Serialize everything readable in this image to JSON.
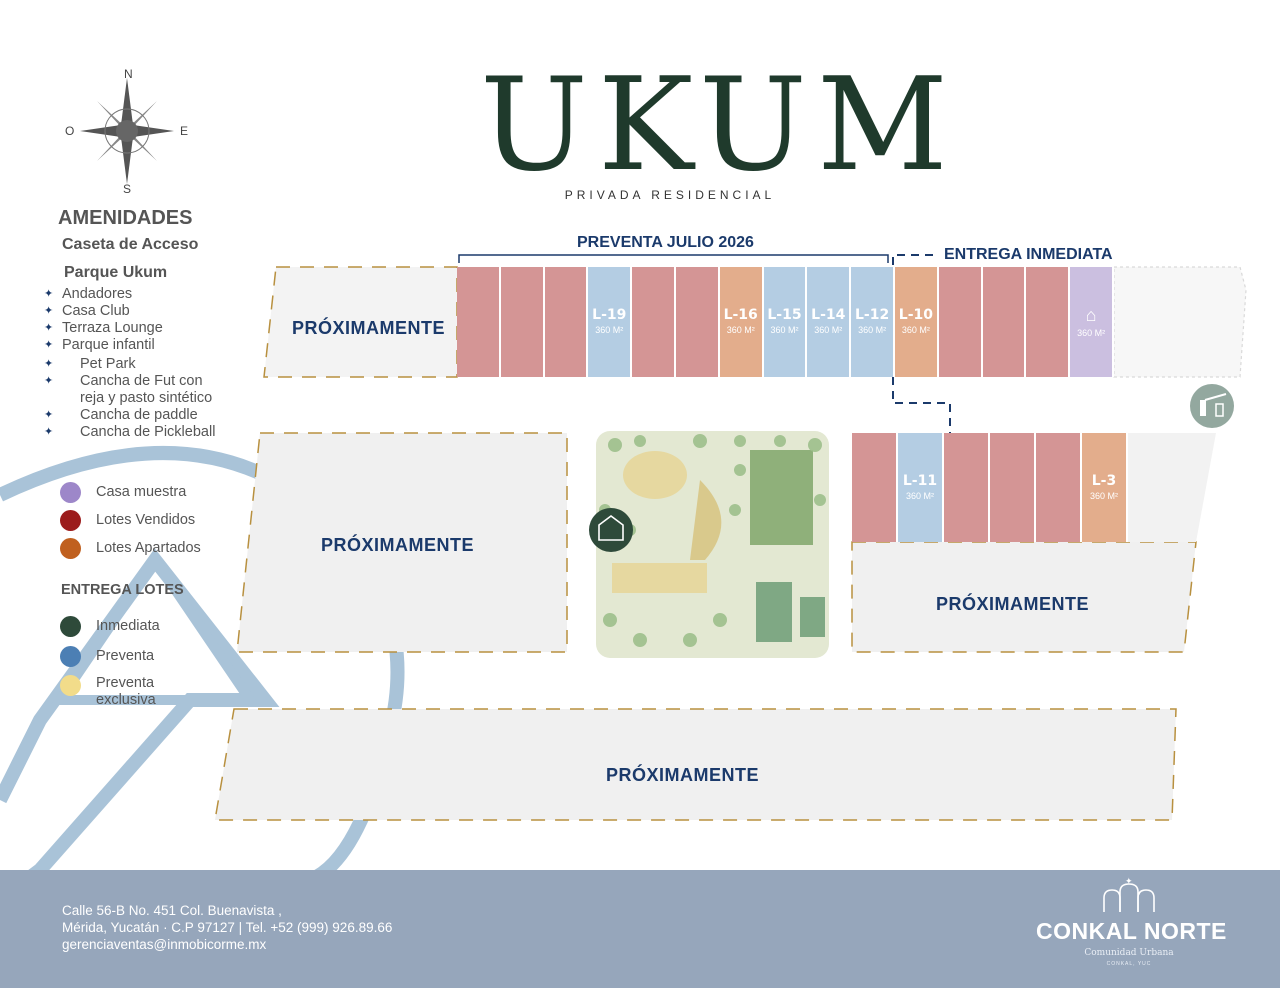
{
  "brand": {
    "logo": "UKUM",
    "tagline": "PRIVADA RESIDENCIAL"
  },
  "compass": {
    "north": "N",
    "south": "S",
    "east": "E",
    "west": "O"
  },
  "amenities": {
    "heading": "AMENIDADES",
    "access": "Caseta de Acceso",
    "park_title": "Parque Ukum",
    "items": [
      "Andadores",
      "Casa Club",
      "Terraza Lounge",
      "Parque infantil",
      "Pet Park",
      "Cancha de Fut con reja y pasto sintético",
      "Cancha de paddle",
      "Cancha de Pickleball"
    ]
  },
  "legend": {
    "status": [
      {
        "label": "Casa muestra",
        "color": "#9d87c9"
      },
      {
        "label": "Lotes Vendidos",
        "color": "#9c1c1c"
      },
      {
        "label": "Lotes Apartados",
        "color": "#c0601f"
      }
    ],
    "delivery_title": "ENTREGA LOTES",
    "delivery": [
      {
        "label": "Inmediata",
        "color": "#2e4a3a"
      },
      {
        "label": "Preventa",
        "color": "#4c7fb4"
      },
      {
        "label": "Preventa exclusiva",
        "color": "#f2dc8a"
      }
    ]
  },
  "map": {
    "preventa_banner": "PREVENTA JULIO 2026",
    "entrega_banner": "ENTREGA INMEDIATA",
    "proximamente": "PRÓXIMAMENTE",
    "colors": {
      "sold": "#d49595",
      "preventa": "#b4cde3",
      "apartado": "#e3ad8c",
      "muestra": "#cbbfe0",
      "proximamente_fill": "#f0f0f0",
      "proximamente_border": "#b8903f"
    },
    "top_row": [
      {
        "status": "sold"
      },
      {
        "status": "sold"
      },
      {
        "status": "sold"
      },
      {
        "status": "preventa",
        "code": "L-19",
        "area": "360 M²"
      },
      {
        "status": "sold"
      },
      {
        "status": "sold"
      },
      {
        "status": "apartado",
        "code": "L-16",
        "area": "360 M²"
      },
      {
        "status": "preventa",
        "code": "L-15",
        "area": "360 M²"
      },
      {
        "status": "preventa",
        "code": "L-14",
        "area": "360 M²"
      },
      {
        "status": "preventa",
        "code": "L-12",
        "area": "360 M²"
      },
      {
        "status": "apartado",
        "code": "L-10",
        "area": "360 M²"
      },
      {
        "status": "sold"
      },
      {
        "status": "sold"
      },
      {
        "status": "sold"
      },
      {
        "status": "muestra",
        "area": "360 M²"
      }
    ],
    "right_row": [
      {
        "status": "sold"
      },
      {
        "status": "preventa",
        "code": "L-11",
        "area": "360 M²"
      },
      {
        "status": "sold"
      },
      {
        "status": "sold"
      },
      {
        "status": "sold"
      },
      {
        "status": "apartado",
        "code": "L-3",
        "area": "360 M²"
      }
    ]
  },
  "footer": {
    "address_line1": "Calle 56-B No. 451 Col. Buenavista ,",
    "address_line2": "Mérida, Yucatán · C.P 97127 | Tel. +52 (999) 926.89.66",
    "email": "gerenciaventas@inmobicorme.mx",
    "company": "CONKAL NORTE",
    "company_sub": "Comunidad Urbana",
    "company_loc": "CONKAL, YUC"
  }
}
